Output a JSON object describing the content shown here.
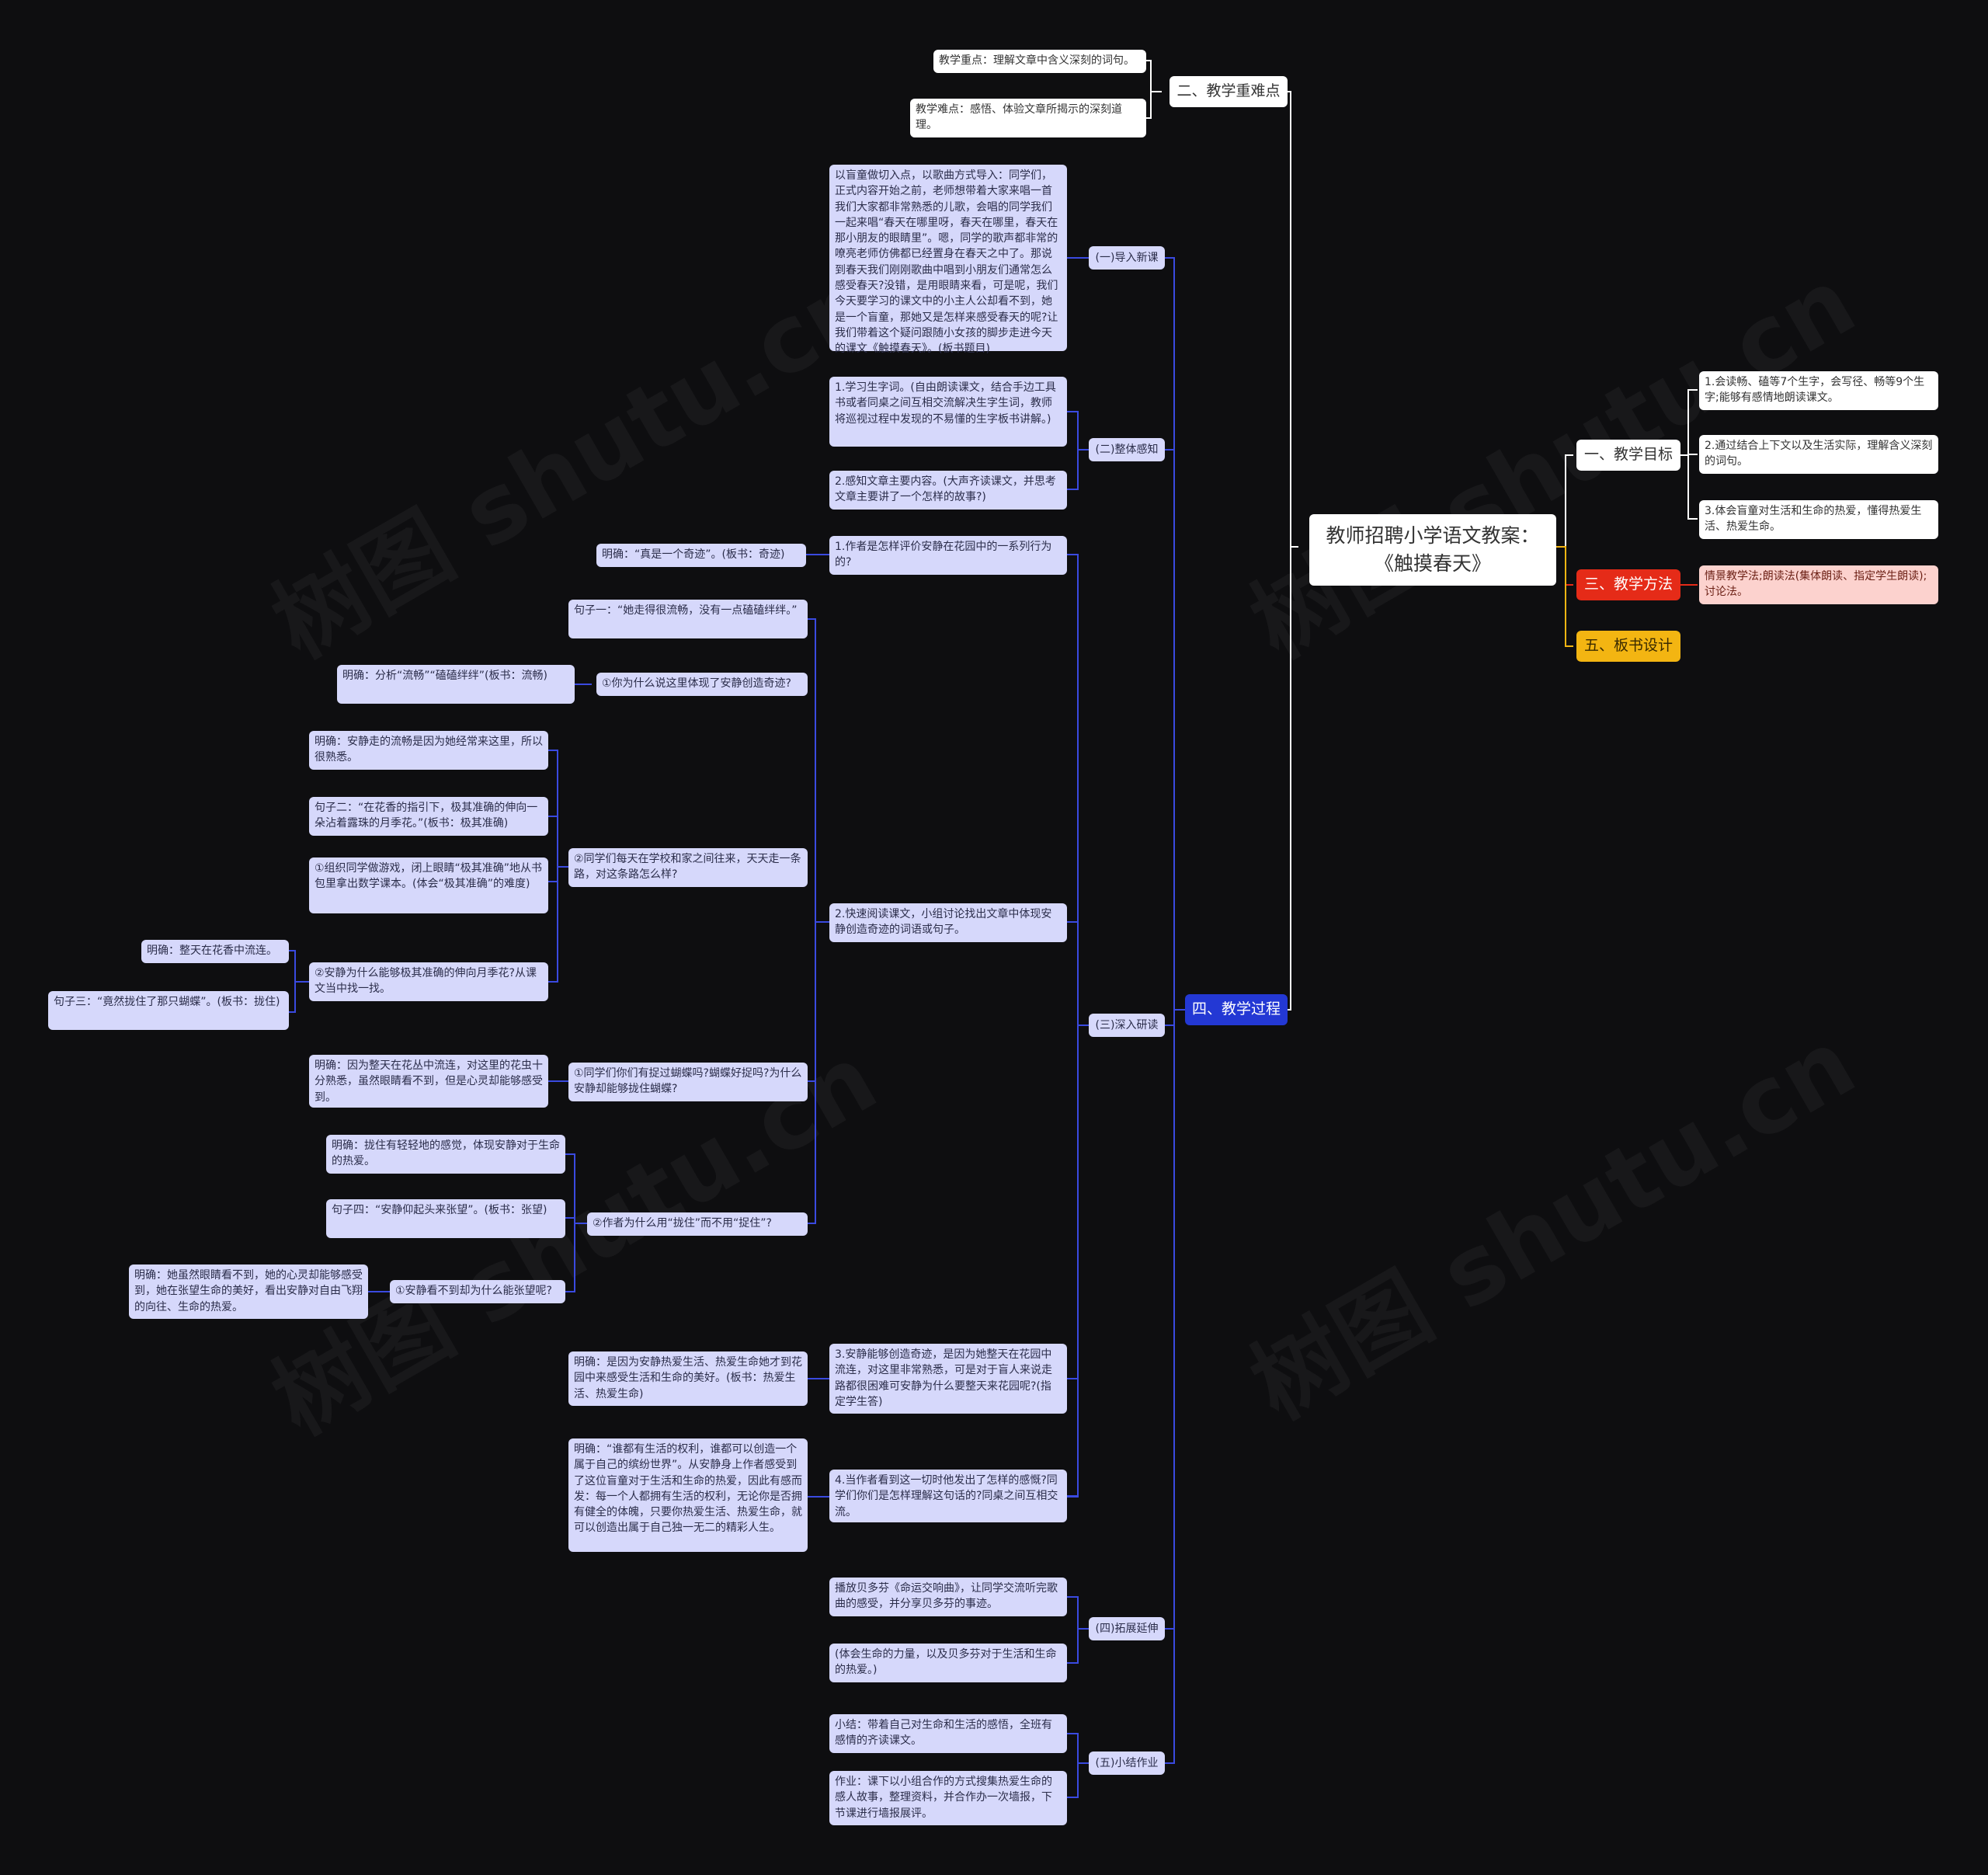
{
  "root": {
    "title_line1": "教师招聘小学语文教案：",
    "title_line2": "《触摸春天》"
  },
  "watermark": "树图 shutu.cn",
  "colors": {
    "background": "#0e0e10",
    "leaf": "#d6d8fb",
    "blue_branch": "#2338d4",
    "red_branch": "#e52b18",
    "yellow_branch": "#f3b512",
    "link_blue": "#3a4ae0",
    "link_white": "#ffffff"
  },
  "right": {
    "goals": {
      "label": "一、教学目标",
      "items": [
        "1.会读畅、磕等7个生字，会写径、畅等9个生字;能够有感情地朗读课文。",
        "2.通过结合上下文以及生活实际，理解含义深刻的词句。",
        "3.体会盲童对生活和生命的热爱，懂得热爱生活、热爱生命。"
      ]
    },
    "methods": {
      "label": "三、教学方法",
      "item": "情景教学法;朗读法(集体朗读、指定学生朗读);讨论法。"
    },
    "board": {
      "label": "五、板书设计"
    }
  },
  "keypoints": {
    "label": "二、教学重难点",
    "items": [
      "教学重点：理解文章中含义深刻的词句。",
      "教学难点：感悟、体验文章所揭示的深刻道理。"
    ]
  },
  "process": {
    "label": "四、教学过程",
    "intro": {
      "label": "(一)导入新课",
      "text": "以盲童做切入点，以歌曲方式导入：同学们，正式内容开始之前，老师想带着大家来唱一首我们大家都非常熟悉的儿歌，会唱的同学我们一起来唱“春天在哪里呀，春天在哪里，春天在那小朋友的眼睛里”。嗯，同学的歌声都非常的嘹亮老师仿佛都已经置身在春天之中了。那说到春天我们刚刚歌曲中唱到小朋友们通常怎么感受春天?没错，是用眼睛来看，可是呢，我们今天要学习的课文中的小主人公却看不到，她是一个盲童，那她又是怎样来感受春天的呢?让我们带着这个疑问跟随小女孩的脚步走进今天的课文《触摸春天》。(板书题目)"
    },
    "overall": {
      "label": "(二)整体感知",
      "items": [
        "1.学习生字词。(自由朗读课文，结合手边工具书或者同桌之间互相交流解决生字生词，教师将巡视过程中发现的不易懂的生字板书讲解。)",
        "2.感知文章主要内容。(大声齐读课文，并思考文章主要讲了一个怎样的故事?)"
      ]
    },
    "deep": {
      "label": "(三)深入研读",
      "q1": "1.作者是怎样评价安静在花园中的一系列行为的?",
      "q1_answer": "明确：“真是一个奇迹”。(板书：奇迹)",
      "q2": "2.快速阅读课文，小组讨论找出文章中体现安静创造奇迹的词语或句子。",
      "s1": "句子一：“她走得很流畅，没有一点磕磕绊绊。”",
      "s1_q": "①你为什么说这里体现了安静创造奇迹?",
      "s1_a": "明确：分析“流畅”“磕磕绊绊”(板书：流畅)",
      "s1_q2": "②同学们每天在学校和家之间往来，天天走一条路，对这条路怎么样?",
      "s1_a2": "明确：安静走的流畅是因为她经常来这里，所以很熟悉。",
      "s2": "句子二：“在花香的指引下，极其准确的伸向一朵沾着露珠的月季花。”(板书：极其准确)",
      "s2_game": "①组织同学做游戏，闭上眼睛“极其准确”地从书包里拿出数学课本。(体会“极其准确”的难度)",
      "s2_q": "②安静为什么能够极其准确的伸向月季花?从课文当中找一找。",
      "s2_a": "明确：整天在花香中流连。",
      "s3": "句子三：“竟然拢住了那只蝴蝶”。(板书：拢住)",
      "s3_q": "①同学们你们有捉过蝴蝶吗?蝴蝶好捉吗?为什么安静却能够拢住蝴蝶?",
      "s3_a": "明确：因为整天在花丛中流连，对这里的花虫十分熟悉，虽然眼睛看不到，但是心灵却能够感受到。",
      "s3_q2": "②作者为什么用“拢住”而不用“捉住”?",
      "s3_a2": "明确：拢住有轻轻地的感觉，体现安静对于生命的热爱。",
      "s4": "句子四：“安静仰起头来张望”。(板书：张望)",
      "s4_q": "①安静看不到却为什么能张望呢?",
      "s4_a": "明确：她虽然眼睛看不到，她的心灵却能够感受到，她在张望生命的美好，看出安静对自由飞翔的向往、生命的热爱。",
      "q3": "3.安静能够创造奇迹，是因为她整天在花园中流连，对这里非常熟悉，可是对于盲人来说走路都很困难可安静为什么要整天来花园呢?(指定学生答)",
      "q3_answer": "明确：是因为安静热爱生活、热爱生命她才到花园中来感受生活和生命的美好。(板书：热爱生活、热爱生命)",
      "q4": "4.当作者看到这一切时他发出了怎样的感慨?同学们你们是怎样理解这句话的?同桌之间互相交流。",
      "q4_answer": "明确：“谁都有生活的权利，谁都可以创造一个属于自己的缤纷世界”。从安静身上作者感受到了这位盲童对于生活和生命的热爱，因此有感而发：每一个人都拥有生活的权利，无论你是否拥有健全的体魄，只要你热爱生活、热爱生命，就可以创造出属于自己独一无二的精彩人生。"
    },
    "extend": {
      "label": "(四)拓展延伸",
      "items": [
        "播放贝多芬《命运交响曲》，让同学交流听完歌曲的感受，并分享贝多芬的事迹。",
        "(体会生命的力量，以及贝多芬对于生活和生命的热爱。)"
      ]
    },
    "summary": {
      "label": "(五)小结作业",
      "items": [
        "小结：带着自己对生命和生活的感悟，全班有感情的齐读课文。",
        "作业：课下以小组合作的方式搜集热爱生命的感人故事，整理资料，并合作办一次墙报，下节课进行墙报展评。"
      ]
    }
  }
}
